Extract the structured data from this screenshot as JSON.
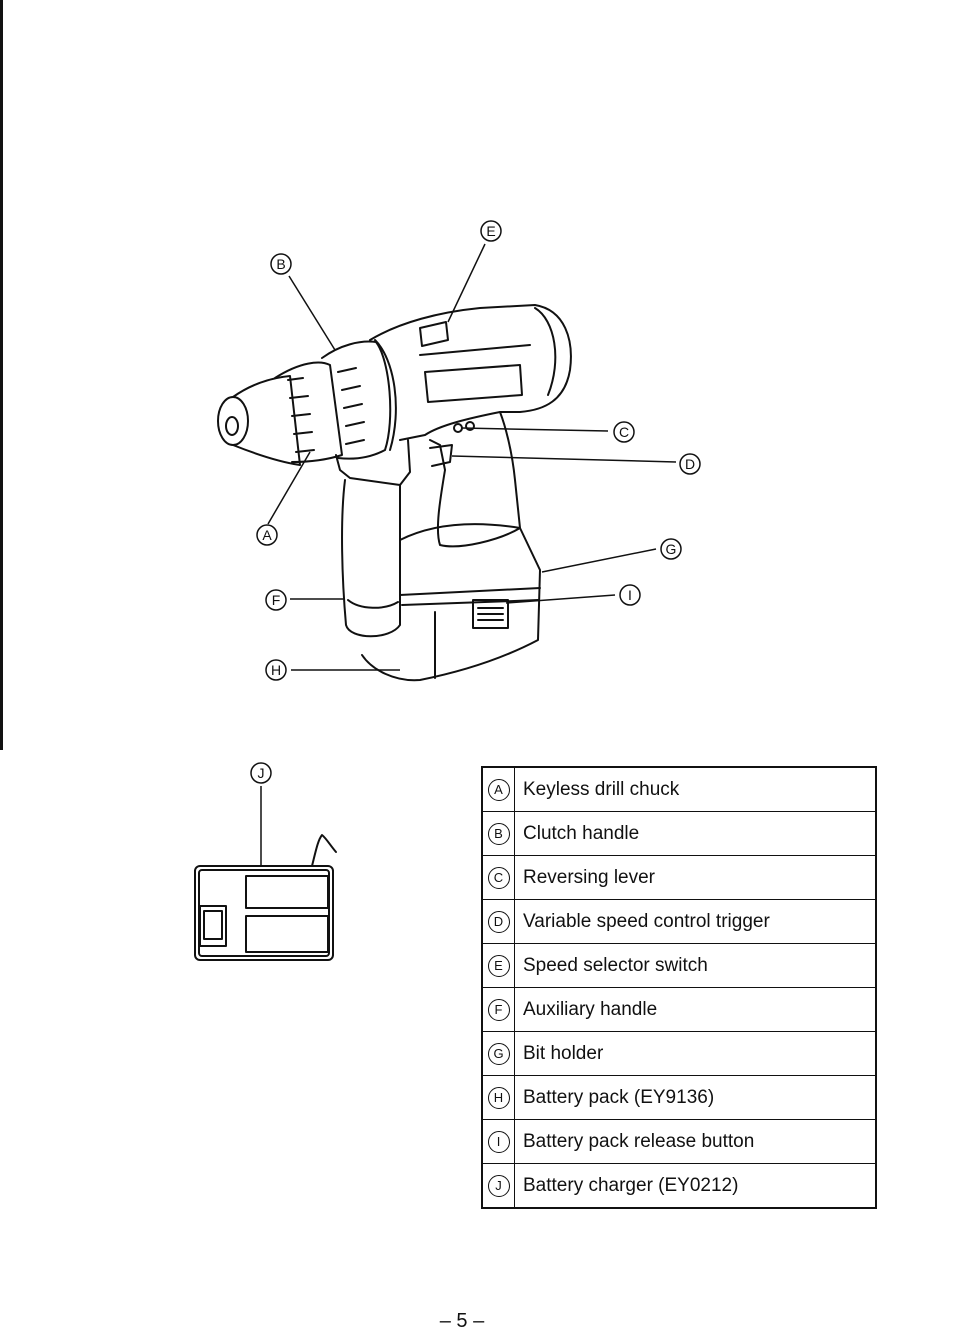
{
  "figure": {
    "callouts": {
      "a": "A",
      "b": "B",
      "c": "C",
      "d": "D",
      "e": "E",
      "f": "F",
      "g": "G",
      "h": "H",
      "i": "I",
      "j": "J"
    }
  },
  "parts": [
    {
      "letter": "A",
      "name": "Keyless drill chuck"
    },
    {
      "letter": "B",
      "name": "Clutch handle"
    },
    {
      "letter": "C",
      "name": "Reversing lever"
    },
    {
      "letter": "D",
      "name": "Variable speed control trigger"
    },
    {
      "letter": "E",
      "name": "Speed selector switch"
    },
    {
      "letter": "F",
      "name": "Auxiliary handle"
    },
    {
      "letter": "G",
      "name": "Bit holder"
    },
    {
      "letter": "H",
      "name": "Battery pack (EY9136)"
    },
    {
      "letter": "I",
      "name": "Battery pack release button"
    },
    {
      "letter": "J",
      "name": "Battery charger (EY0212)"
    }
  ],
  "page_number": "– 5 –"
}
